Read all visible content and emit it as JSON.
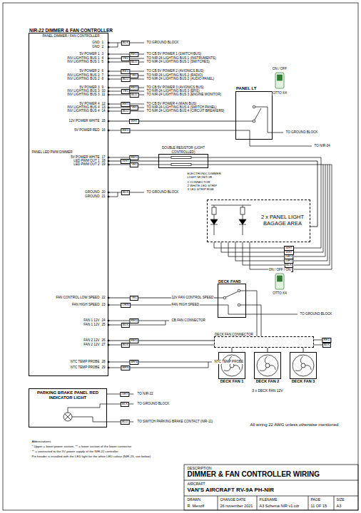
{
  "diagram": {
    "title": "DIMMER & FAN CONTROLLER WIRING",
    "nodes": [
      {
        "text": [
          "NIR-22 DIMMER & FAN CONTROLLER"
        ]
      },
      {
        "text": [
          "PANEL LT"
        ]
      },
      {
        "text": [
          "DOUBLE RESISTOR (LIGHT CONTROLLED)"
        ]
      },
      {
        "text": [
          "2 x PANEL LIGHT BAGAGE AREA"
        ]
      },
      {
        "text": [
          "DECK FANS"
        ]
      },
      {
        "text": [
          "DECK FAN CONNECTOR"
        ]
      },
      {
        "text": [
          "DECK FAN 1"
        ]
      },
      {
        "text": [
          "DECK FAN 2"
        ]
      },
      {
        "text": [
          "DECK FAN 3"
        ]
      },
      {
        "text": [
          "PARKING BRAKE PANEL RED INDICATOR LIGHT"
        ]
      }
    ],
    "edges": [
      {
        "from": 0,
        "to": 1,
        "arrow": "none"
      },
      {
        "from": 0,
        "to": 2,
        "arrow": "none"
      },
      {
        "from": 2,
        "to": 3,
        "arrow": "none"
      },
      {
        "from": 0,
        "to": 4,
        "arrow": "none"
      },
      {
        "from": 0,
        "to": 5,
        "arrow": "none"
      },
      {
        "from": 5,
        "to": 6,
        "arrow": "none"
      },
      {
        "from": 5,
        "to": 7,
        "arrow": "none"
      },
      {
        "from": 5,
        "to": 8,
        "arrow": "none"
      }
    ],
    "labels": [
      "PANEL DIMMER / FAN CONTROLLER",
      "GND",
      "GND",
      "5V POWER 1",
      "INV LIGHTING BUS 1",
      "INV LIGHTING BUS 1",
      "5V POWER 2",
      "INV LIGHTING BUS 2",
      "INV LIGHTING BUS 2",
      "5V POWER 3",
      "INV LIGHTING BUS 3",
      "INV LIGHTING BUS 3",
      "5V POWER 4",
      "INV LIGHTING BUS 4",
      "INV LIGHTING BUS 4",
      "12V POWER WHITE",
      "5V POWER RED",
      "5V POWER WHITE",
      "LED PWM OUT 1",
      "LED PWM OUT 2",
      "GROUND",
      "GROUND",
      "FAN CONTROL LOW SPEED",
      "FAN HIGH SPEED",
      "FAN 1 12V",
      "FAN 1 12V",
      "FAN 2 12V",
      "FAN 2 12V",
      "NTC TEMP PROBE",
      "NTC TEMP PROBE",
      "1",
      "2",
      "3",
      "4",
      "5",
      "6",
      "7",
      "8",
      "9",
      "10",
      "11",
      "12",
      "13",
      "14",
      "15",
      "16",
      "17",
      "18",
      "19",
      "20",
      "21",
      "22",
      "23",
      "24",
      "25",
      "26",
      "27",
      "28",
      "29",
      "PANEL LED PWM DIMMER",
      "BLK",
      "RED",
      "YEL",
      "BLU",
      "RED",
      "YEL",
      "BLU",
      "RED",
      "YEL",
      "BLU",
      "RED",
      "YEL",
      "BLU",
      "WHT",
      "RED",
      "RED",
      "WHT",
      "YEL",
      "BLK",
      "YEL",
      "ORN",
      "RED",
      "BLK",
      "RED",
      "BLK",
      "BRN",
      "BRN",
      "TO GROUND BLOCK",
      "TO CB 5V POWER 1 (SWITCH BUS)",
      "TO NIR-24 LIGHTING BUS 1 (INSTRUMENTS)",
      "TO NIR-24 LIGHTING BUS 1 (SWITCHES)",
      "TO CB 5V POWER 2 (AVIONICS BUS)",
      "TO NIR-24 LIGHTING BUS 2 (RADIO)",
      "TO NIR-24 LIGHTING BUS 2 (AUDIO PANEL)",
      "TO CB 5V POWER 3 (AVIONICS BUS)",
      "TO NIR-24 LIGHTING BUS 3 (EFIS)",
      "TO NIR-24 LIGHTING BUS 3 (ENGINE MONITOR)",
      "TO CB 5V POWER 4 (MAIN BUS)",
      "TO NIR-24 LIGHTING BUS 4 (SWITCH PANEL)",
      "TO NIR-24 LIGHTING BUS 4 (CIRCUIT BREAKERS)",
      "TO GROUND BLOCK",
      "CB FAN CONNECTOR",
      "NTC TEMP PROBE",
      "ON / OFF",
      "OTTO K4",
      "TO GROUND BLOCK",
      "TO NIR-24",
      "ELECTRONIC DIMMER",
      "LIGHT MONITOR",
      "1 CONNECTOR",
      "2 WHITE LED STRIP",
      "3 LED STRIP RGB",
      "WHT",
      "WHT",
      "GRY",
      "GRY",
      "BLK",
      "BLK",
      "ON / OFF / ON",
      "OTTO K4",
      "12V FAN CONTROL SPEED",
      "FAN HIGH SPEED",
      "TO GROUND BLOCK",
      "RED",
      "BLK",
      "3 x DECK FAN 12V",
      "GRY",
      "TO NIR-22",
      "BLK",
      "TO GROUND BLOCK",
      "BLU",
      "TO SWITCH PARKING BRAKE CONTACT (NIR-11)",
      "All wiring 22 AWG unless otherwise mentioned",
      "Abbreviations:",
      "* Upper = lower power section, ** = lower section of the lower connector",
      "** = connected to the 5V power supply of the NIR-22 controller",
      "Pin header is installed with the LED light for the white LED colour (NIR-23, see below)",
      "DESCRIPTION",
      "AIRCRAFT",
      "VAN'S AIRCRAFT RV-9A PH-NIR",
      "DRAWN",
      "R. Menoff",
      "CHANGE DATE",
      "26 november 2021",
      "FILENAME",
      "A3 Schema NIR v1.cdr",
      "PAGE",
      "11 OF 15",
      "SIZE",
      "A3"
    ]
  }
}
